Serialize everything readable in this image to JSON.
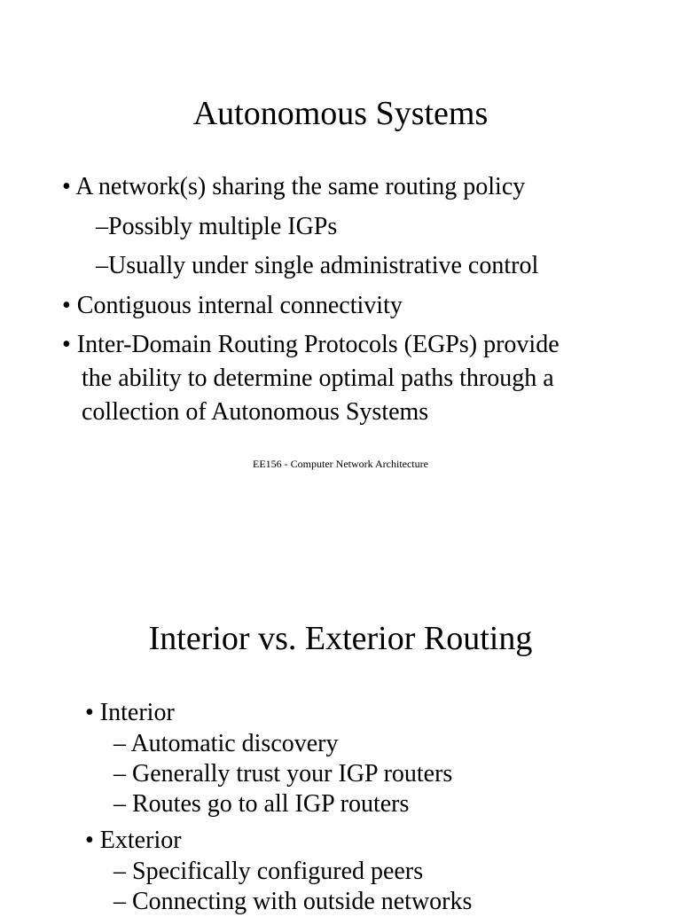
{
  "slides": [
    {
      "title": "Autonomous Systems",
      "lines": [
        {
          "text": "• A network(s) sharing the same routing policy"
        },
        {
          "text": "–Possibly multiple IGPs"
        },
        {
          "text": "–Usually under single administrative control"
        },
        {
          "text": "• Contiguous internal connectivity"
        },
        {
          "text": "• Inter-Domain Routing Protocols (EGPs) provide"
        },
        {
          "text": "the ability to determine optimal paths through a"
        },
        {
          "text": "collection of Autonomous Systems"
        }
      ],
      "footer": "EE156 - Computer Network Architecture"
    },
    {
      "title": "Interior vs. Exterior Routing",
      "lines": [
        {
          "text": "• Interior"
        },
        {
          "text": "– Automatic discovery"
        },
        {
          "text": "– Generally trust your IGP routers"
        },
        {
          "text": "– Routes go to all IGP routers"
        },
        {
          "text": "• Exterior"
        },
        {
          "text": "– Specifically configured peers"
        },
        {
          "text": "– Connecting with outside networks"
        }
      ]
    }
  ]
}
